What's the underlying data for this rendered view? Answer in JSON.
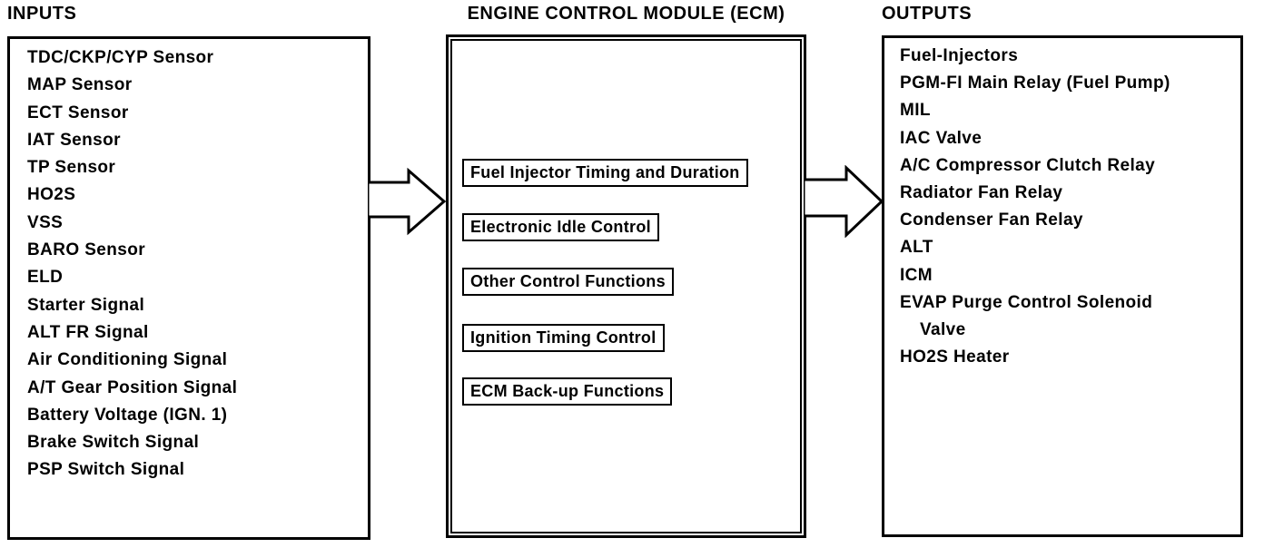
{
  "titles": {
    "inputs": "INPUTS",
    "ecm": "ENGINE CONTROL MODULE (ECM)",
    "outputs": "OUTPUTS"
  },
  "inputs": {
    "items": [
      "TDC/CKP/CYP Sensor",
      "MAP Sensor",
      "ECT Sensor",
      "IAT Sensor",
      "TP Sensor",
      "HO2S",
      "VSS",
      "BARO Sensor",
      "ELD",
      "Starter Signal",
      "ALT FR Signal",
      "Air Conditioning Signal",
      "A/T Gear Position Signal",
      "Battery Voltage (IGN. 1)",
      "Brake Switch Signal",
      "PSP Switch Signal"
    ]
  },
  "ecm": {
    "functions": [
      "Fuel Injector Timing and Duration",
      "Electronic Idle Control",
      "Other Control Functions",
      "Ignition Timing Control",
      "ECM Back-up Functions"
    ]
  },
  "outputs": {
    "lines": [
      "Fuel-Injectors",
      "PGM-FI Main Relay (Fuel Pump)",
      "MIL",
      "IAC Valve",
      "A/C Compressor Clutch Relay",
      "Radiator Fan Relay",
      "Condenser Fan Relay",
      "ALT",
      "ICM",
      "EVAP Purge Control Solenoid",
      "Valve",
      "HO2S Heater"
    ]
  },
  "icons": {
    "input_arrow": "right-block-arrow",
    "output_arrow": "right-block-arrow"
  },
  "colors": {
    "ink": "#000000",
    "background": "#ffffff"
  }
}
